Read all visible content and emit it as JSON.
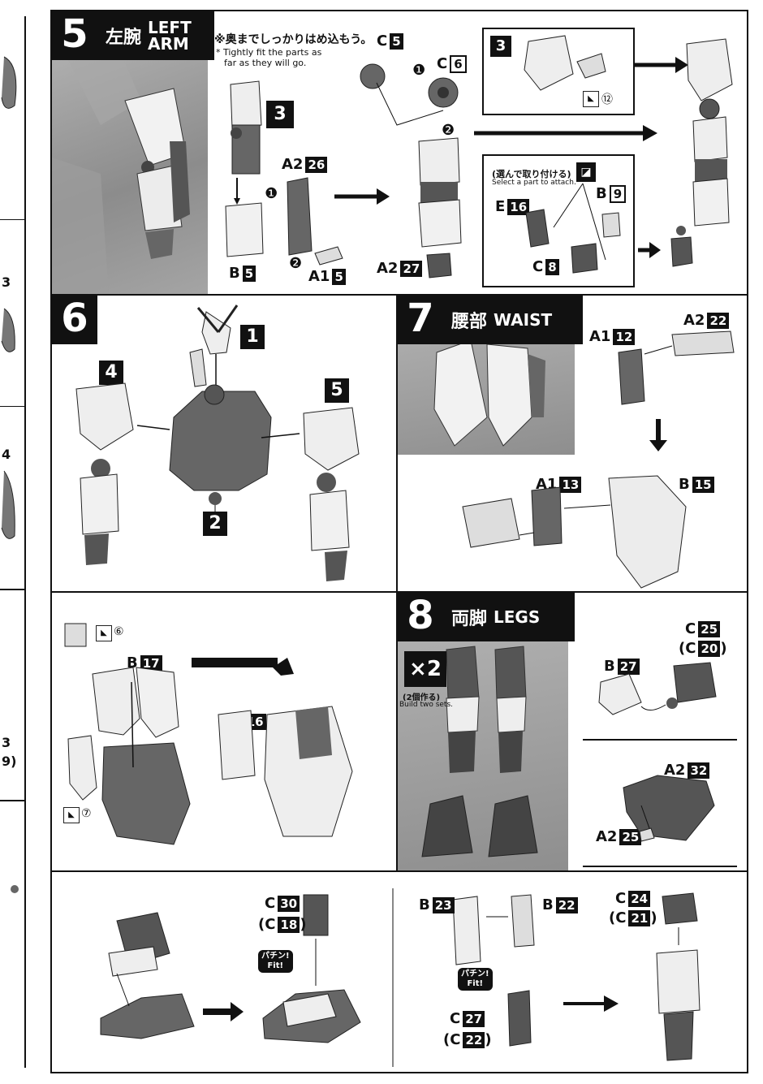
{
  "step5": {
    "num": "5",
    "jp": "左腕",
    "en_line1": "LEFT",
    "en_line2": "ARM",
    "note_jp": "※奥までしっかりはめ込もう。",
    "note_en1": "* Tightly fit the parts as",
    "note_en2": "far as they will go.",
    "ref3": "3",
    "ref3b": "3",
    "a2_26": {
      "pre": "A2",
      "num": "26"
    },
    "b5": {
      "pre": "B",
      "num": "5"
    },
    "a1_5": {
      "pre": "A1",
      "num": "5"
    },
    "c5": {
      "pre": "C",
      "num": "5"
    },
    "c6": {
      "pre": "C",
      "num": "6"
    },
    "a2_27": {
      "pre": "A2",
      "num": "27"
    },
    "sticker12": "⑫",
    "choose_jp": "(選んで取り付ける)",
    "choose_en": "Select a part to attach.",
    "e16": {
      "pre": "E",
      "num": "16"
    },
    "b9": {
      "pre": "B",
      "num": "9"
    },
    "c8": {
      "pre": "C",
      "num": "8"
    },
    "step1": "❶",
    "step2": "❷"
  },
  "step6": {
    "num": "6",
    "ref1": "1",
    "ref2": "2",
    "ref4": "4",
    "ref5": "5"
  },
  "step7": {
    "num": "7",
    "jp": "腰部",
    "en": "WAIST",
    "a1_12": {
      "pre": "A1",
      "num": "12"
    },
    "a2_22": {
      "pre": "A2",
      "num": "22"
    },
    "a1_13": {
      "pre": "A1",
      "num": "13"
    },
    "b15": {
      "pre": "B",
      "num": "15"
    }
  },
  "waist2": {
    "b17": {
      "pre": "B",
      "num": "17"
    },
    "b16": {
      "pre": "B",
      "num": "16"
    },
    "sticker6": "⑥",
    "sticker7": "⑦"
  },
  "step8": {
    "num": "8",
    "jp": "両脚",
    "en": "LEGS",
    "x2": "×2",
    "build_jp": "(2個作る)",
    "build_en": "Build two sets.",
    "c25": {
      "pre": "C",
      "num": "25"
    },
    "c20": {
      "pre": "(C",
      "num": "20",
      "post": ")"
    },
    "b27": {
      "pre": "B",
      "num": "27"
    },
    "a2_32": {
      "pre": "A2",
      "num": "32"
    },
    "a2_25": {
      "pre": "A2",
      "num": "25"
    }
  },
  "bottom": {
    "c30": {
      "pre": "C",
      "num": "30"
    },
    "c18": {
      "pre": "(C",
      "num": "18",
      "post": ")"
    },
    "fit_jp": "パチン!",
    "fit_en": "Fit!",
    "b23": {
      "pre": "B",
      "num": "23"
    },
    "b22": {
      "pre": "B",
      "num": "22"
    },
    "c27": {
      "pre": "C",
      "num": "27"
    },
    "c22": {
      "pre": "(C",
      "num": "22",
      "post": ")"
    },
    "c24": {
      "pre": "C",
      "num": "24"
    },
    "c21": {
      "pre": "(C",
      "num": "21",
      "post": ")"
    }
  },
  "left_margin": {
    "items": [
      "3",
      "4",
      "3",
      "9)"
    ]
  },
  "colors": {
    "ink": "#111111",
    "part_dark": "#555555",
    "part_mid": "#8a8a8a",
    "part_light": "#e6e6e6",
    "photo_bg": "#9a9a9a"
  }
}
